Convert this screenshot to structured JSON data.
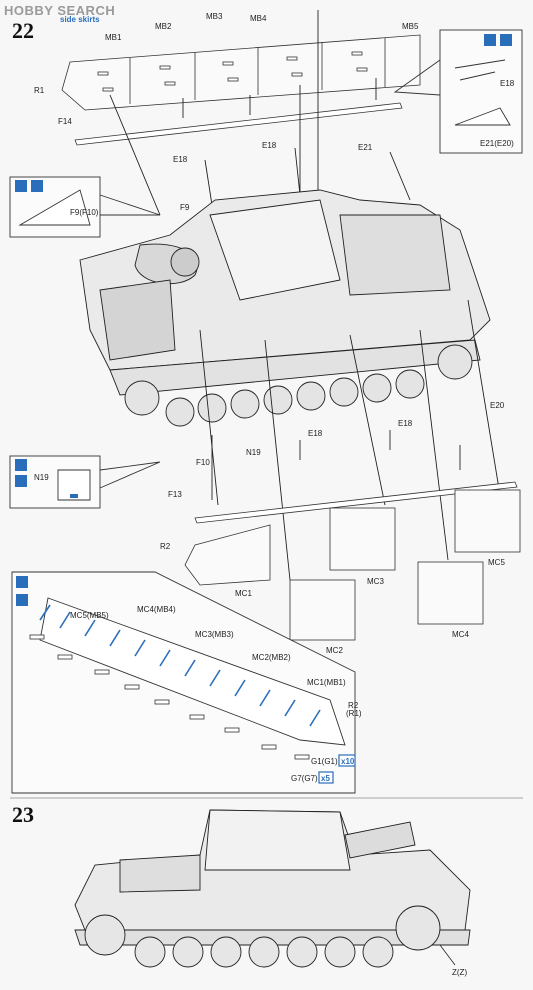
{
  "header": {
    "logo_text": "HOBBY SEARCH",
    "subtitle_line": "side skirts",
    "step_22": "22",
    "step_23": "23"
  },
  "labels": {
    "mb1": "MB1",
    "mb2": "MB2",
    "mb3": "MB3",
    "mb4": "MB4",
    "mb5": "MB5",
    "r1": "R1",
    "f14": "F14",
    "e18_a": "E18",
    "e18_b": "E18",
    "e18_c": "E18",
    "e18_d": "E18",
    "e18_inset": "E18",
    "e21": "E21",
    "e21_e20": "E21(E20)",
    "f9": "F9",
    "f9_f10": "F9(F10)",
    "n19_a": "N19",
    "n19_b": "N19",
    "f10": "F10",
    "f13": "F13",
    "r2": "R2",
    "e20": "E20",
    "mc1": "MC1",
    "mc2": "MC2",
    "mc3": "MC3",
    "mc4": "MC4",
    "mc5": "MC5",
    "mc5_mb5": "MC5(MB5)",
    "mc4_mb4": "MC4(MB4)",
    "mc3_mb3": "MC3(MB3)",
    "mc2_mb2": "MC2(MB2)",
    "mc1_mb1": "MC1(MB1)",
    "r2_r1_a": "R2",
    "r2_r1_b": "(R1)",
    "g1": "G1(G1)",
    "g1_qty": "x10",
    "g7": "G7(G7)",
    "g7_qty": "x5",
    "z": "Z(Z)"
  },
  "icons": {
    "glue": "glue-brush-icon",
    "cement": "cement-bottle-icon",
    "paint": "paint-drop-icon"
  },
  "colors": {
    "accent": "#2a6ebb",
    "line": "#333333",
    "paper": "#f7f7f7"
  }
}
